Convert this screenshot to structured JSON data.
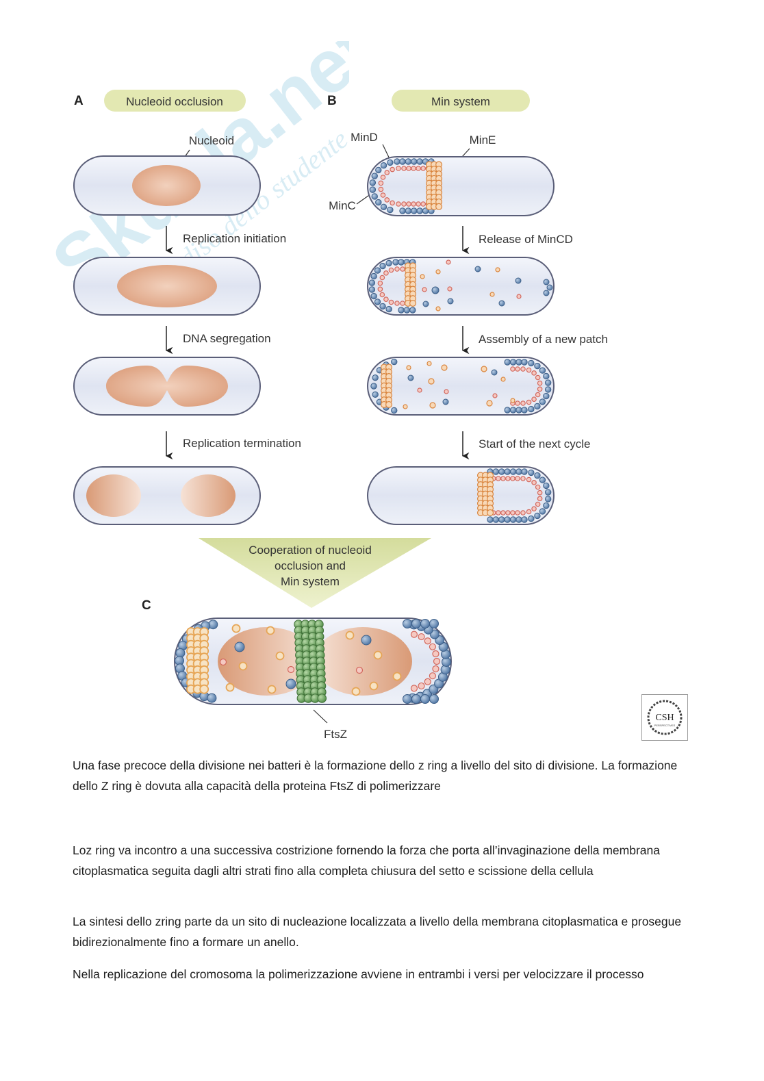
{
  "panels": {
    "a": {
      "letter": "A",
      "title": "Nucleoid occlusion",
      "nucleoid_label": "Nucleoid",
      "steps": [
        "Replication initiation",
        "DNA segregation",
        "Replication termination"
      ]
    },
    "b": {
      "letter": "B",
      "title": "Min system",
      "labels": {
        "mind": "MinD",
        "mine": "MinE",
        "minc": "MinC"
      },
      "steps": [
        "Release of MinCD",
        "Assembly of a new patch",
        "Start of the next cycle"
      ]
    },
    "c": {
      "letter": "C",
      "cooperation": [
        "Cooperation of nucleoid",
        "occlusion and",
        "Min system"
      ],
      "ftsz_label": "FtsZ"
    }
  },
  "logo": {
    "text": "CSH",
    "subtext": "PERSPECTIVES"
  },
  "watermark": {
    "brand": "Skuola.net",
    "tagline": "il paradiso dello studente"
  },
  "colors": {
    "blue_protein": "#5f86b3",
    "orange_protein": "#e6a555",
    "green_ftsz": "#6aa35e",
    "nucleoid": "#e1a888",
    "cell_fill": "#e8ecf6",
    "label_pill": "#e3e8b2"
  },
  "body_text": [
    "Una fase precoce della divisione nei batteri è la formazione dello z ring a livello del sito di divisione. La formazione dello Z ring è dovuta alla capacità della proteina FtsZ di polimerizzare",
    "Loz ring va incontro a una successiva costrizione fornendo la forza che porta all’invaginazione della membrana citoplasmatica seguita dagli altri strati fino alla completa chiusura del setto e scissione della cellula",
    "La sintesi dello zring parte da un sito di nucleazione localizzata a livello della membrana citoplasmatica e prosegue bidirezionalmente fino a formare un anello.",
    "Nella replicazione del cromosoma la polimerizzazione avviene in entrambi i versi per velocizzare il processo"
  ]
}
